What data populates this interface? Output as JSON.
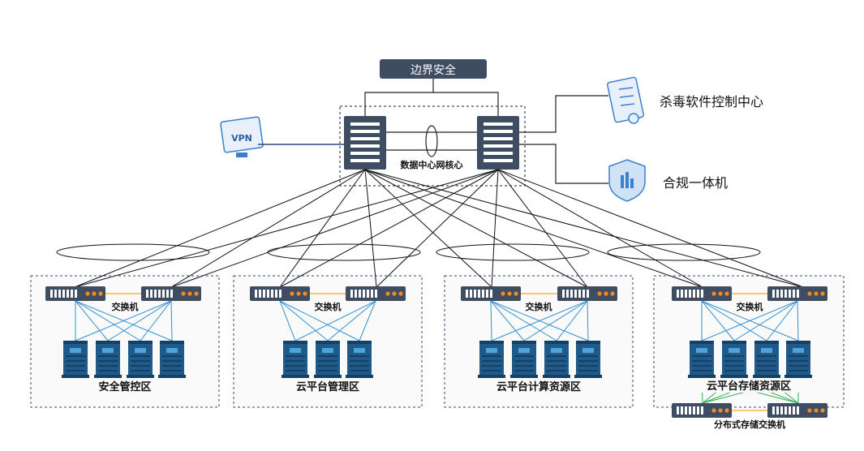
{
  "boundary": {
    "label": "边界安全"
  },
  "core": {
    "label": "数据中心网核心"
  },
  "vpn": {
    "label": "VPN"
  },
  "antivirus": {
    "label": "杀毒软件控制中心"
  },
  "compliance": {
    "label": "合规一体机"
  },
  "zones": [
    {
      "id": "security",
      "label": "安全管控区",
      "switch_label": "交换机",
      "server_count": 4
    },
    {
      "id": "mgmt",
      "label": "云平台管理区",
      "switch_label": "交换机",
      "server_count": 3
    },
    {
      "id": "compute",
      "label": "云平台计算资源区",
      "switch_label": "交换机",
      "server_count": 4
    },
    {
      "id": "storage",
      "label": "云平台存储资源区",
      "switch_label": "交换机",
      "server_count": 4
    }
  ],
  "distributed_switch": {
    "label": "分布式存储交换机"
  },
  "colors": {
    "device_dark": "#3f4d63",
    "server_blue": "#1f5b8a",
    "server_screen": "#4fa3d8",
    "link_blue": "#2f8fd0",
    "link_green": "#2fae4a",
    "link_orange": "#f5a623",
    "zone_border": "#2b4a7a",
    "port_orange": "#f08a24"
  }
}
